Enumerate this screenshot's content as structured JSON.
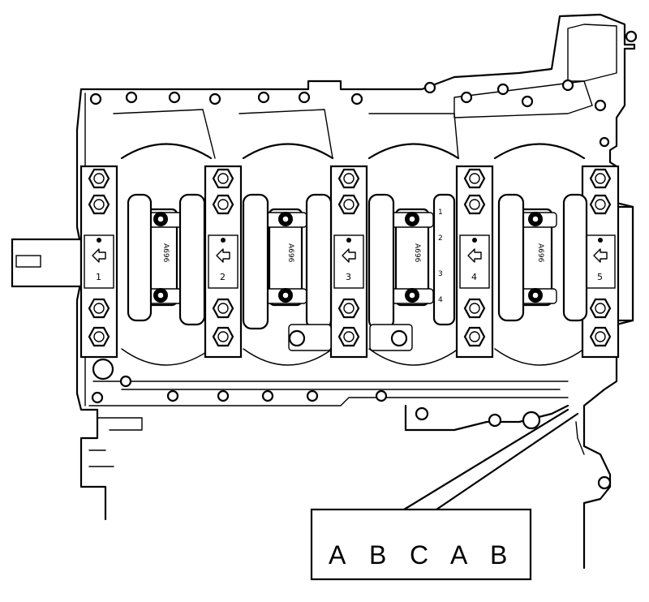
{
  "figure": {
    "code_box": {
      "letters": [
        "A",
        "B",
        "C",
        "A",
        "B"
      ]
    },
    "bearing_caps": {
      "numbers": [
        "1",
        "2",
        "3",
        "4",
        "5"
      ]
    },
    "journal_marks": [
      "1",
      "2",
      "3",
      "4"
    ],
    "rod_markings": [
      "A696",
      "A696",
      "A696",
      "A696"
    ]
  }
}
